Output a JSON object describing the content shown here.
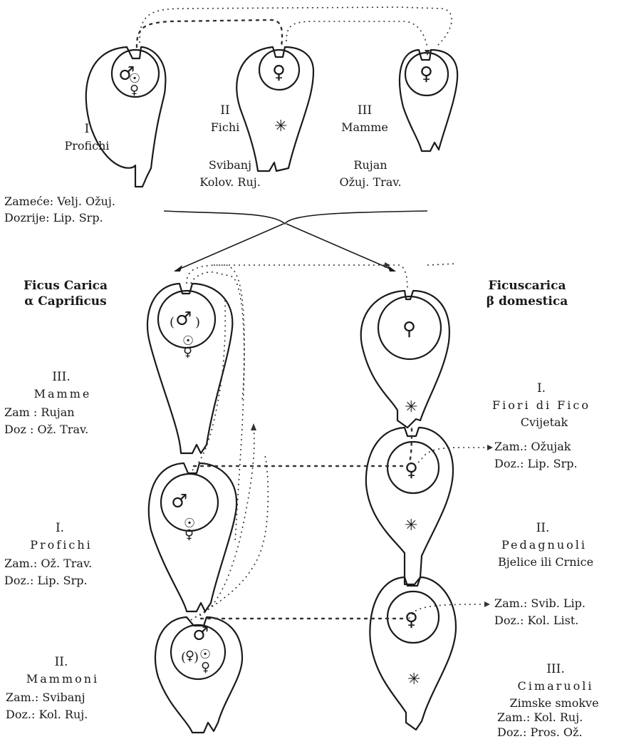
{
  "top": {
    "profichi": {
      "num": "I",
      "name": "Profichi"
    },
    "fichi": {
      "num": "II",
      "name": "Fichi",
      "season1": "Svibanj",
      "season2": "Kolov. Ruj."
    },
    "mamme": {
      "num": "III",
      "name": "Mamme",
      "season1": "Rujan",
      "season2": "Ožuj. Trav."
    },
    "zamece": "Zameće: Velj. Ožuj.",
    "dozrije": "Dozrije: Lip. Srp."
  },
  "left_title": {
    "line1": "Ficus Carica",
    "line2": "α Caprificus"
  },
  "right_title": {
    "line1": "Ficuscarica",
    "line2": "β domestica"
  },
  "left": [
    {
      "num": "III.",
      "name": "Mamme",
      "zam": "Zam : Rujan",
      "doz": "Doz : Ož. Trav."
    },
    {
      "num": "I.",
      "name": "Profichi",
      "zam": "Zam.: Ož. Trav.",
      "doz": "Doz.: Lip. Srp."
    },
    {
      "num": "II.",
      "name": "Mammoni",
      "zam": "Zam.: Svibanj",
      "doz": "Doz.: Kol. Ruj."
    }
  ],
  "right": [
    {
      "num": "I.",
      "name": "Fiori di Fico",
      "sub": "Cvijetak",
      "zam": "Zam.: Ožujak",
      "doz": "Doz.: Lip. Srp."
    },
    {
      "num": "II.",
      "name": "Pedagnuoli",
      "sub": "Bjelice ili Crnice",
      "zam": "Zam.: Svib. Lip.",
      "doz": "Doz.: Kol. List."
    },
    {
      "num": "III.",
      "name": "Cimaruoli",
      "sub": "Zimske smokve",
      "zam": "Zam.: Kol. Ruj.",
      "doz": "Doz.: Pros. Ož."
    }
  ],
  "symbols": {
    "male_female": "♂",
    "female": "♀",
    "neuter": "⚲",
    "gall": "☉",
    "star": "✳",
    "bracket_open": "(",
    "bracket_close": ")"
  }
}
